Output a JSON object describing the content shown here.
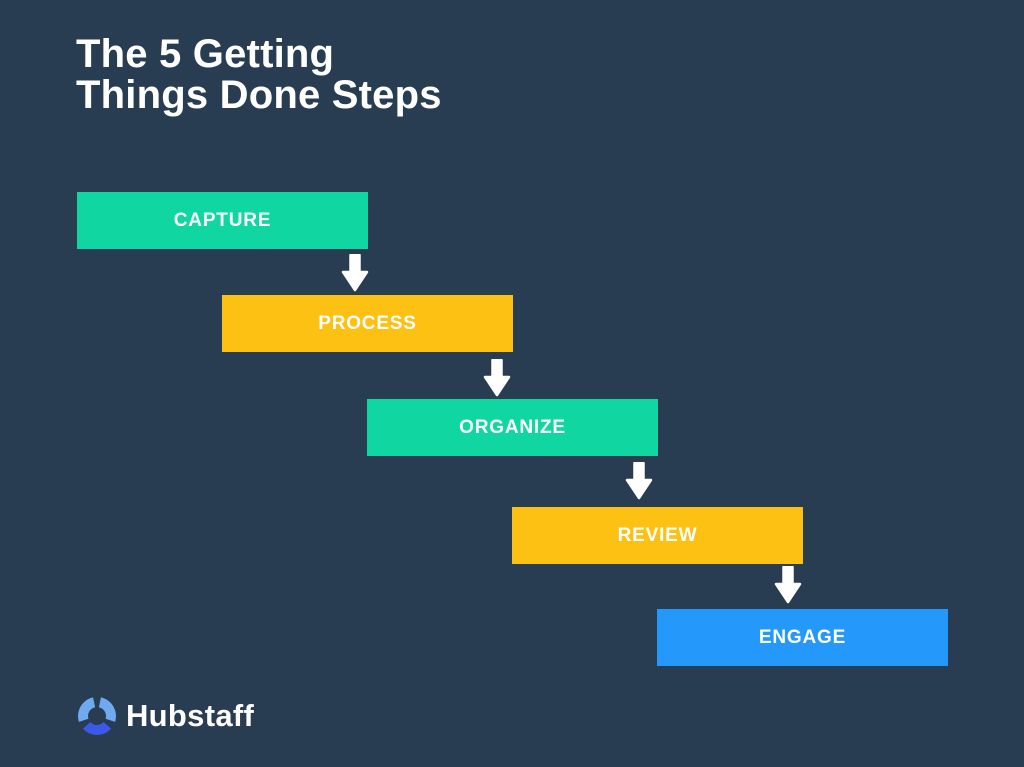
{
  "background_color": "#293d52",
  "title": {
    "line1": "The 5 Getting",
    "line2": "Things Done Steps"
  },
  "steps": [
    {
      "label": "CAPTURE",
      "color": "#10d6a1"
    },
    {
      "label": "PROCESS",
      "color": "#fcc112"
    },
    {
      "label": "ORGANIZE",
      "color": "#10d6a1"
    },
    {
      "label": "REVIEW",
      "color": "#fcc112"
    },
    {
      "label": "ENGAGE",
      "color": "#2598fb"
    }
  ],
  "arrow": {
    "icon": "down-arrow",
    "color": "#ffffff"
  },
  "logo": {
    "text": "Hubstaff",
    "icon": "hubstaff-shutter",
    "icon_color_light": "#6fa9f0",
    "icon_color_dark": "#3c58e8"
  }
}
